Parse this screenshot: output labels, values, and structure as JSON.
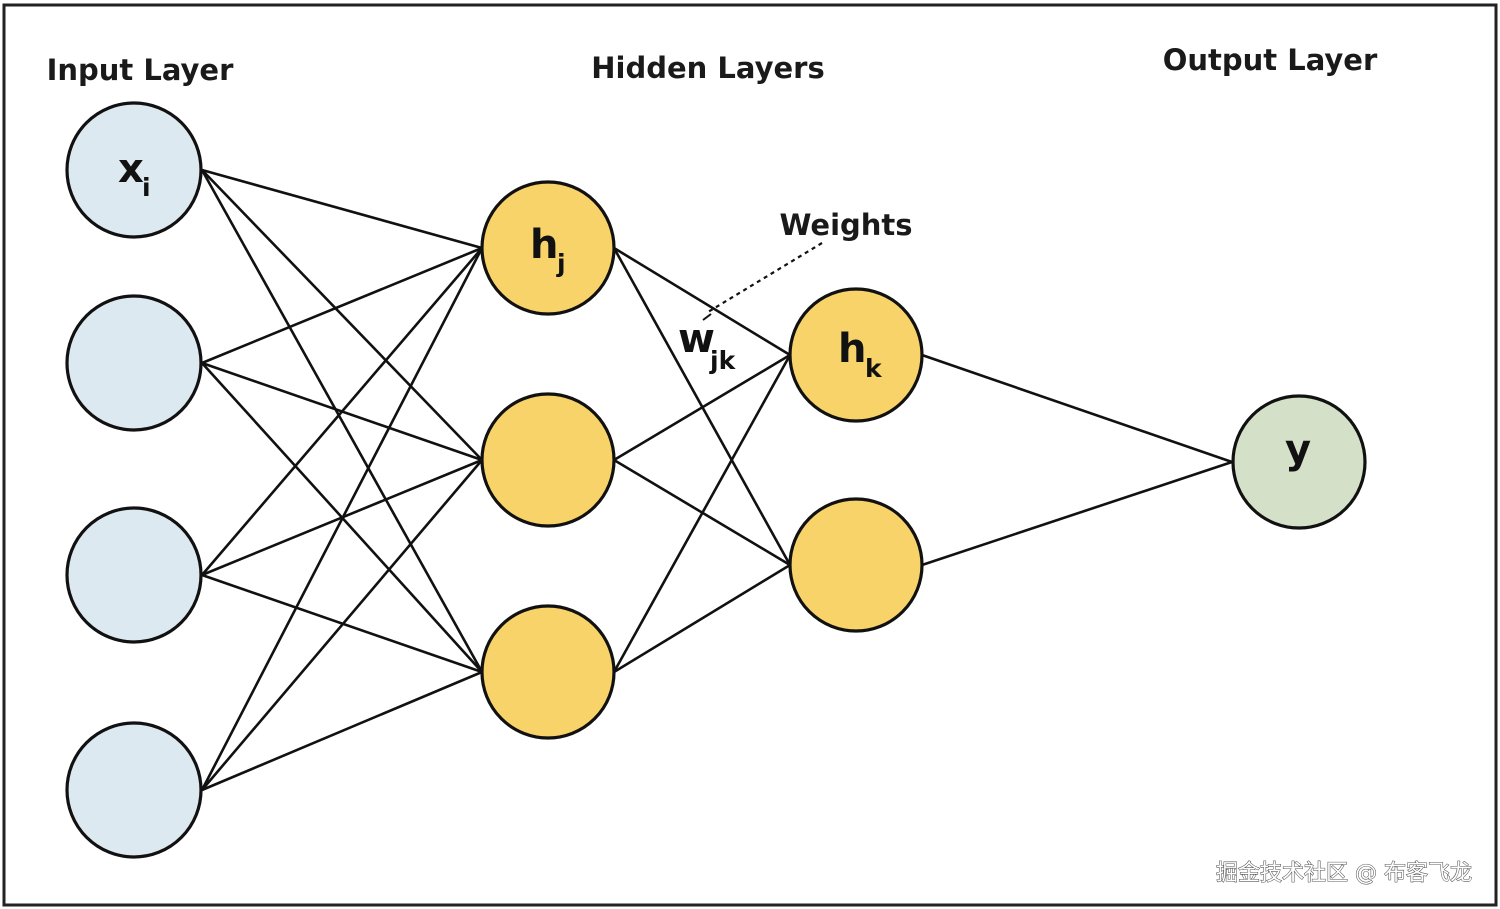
{
  "titles": {
    "input": "Input Layer",
    "hidden": "Hidden Layers",
    "output": "Output Layer"
  },
  "nodes": {
    "input_label": "x",
    "input_sub": "i",
    "hidden1_label": "h",
    "hidden1_sub": "j",
    "hidden2_label": "h",
    "hidden2_sub": "k",
    "output_label": "y"
  },
  "weights": {
    "label": "Weights",
    "symbol": "w",
    "sub": "jk"
  },
  "watermark": "掘金技术社区 @ 布客飞龙",
  "colors": {
    "input": "#dde9f0",
    "hidden": "#f7d36a",
    "output": "#d5e0c8",
    "stroke": "#111111",
    "border": "#222222"
  }
}
